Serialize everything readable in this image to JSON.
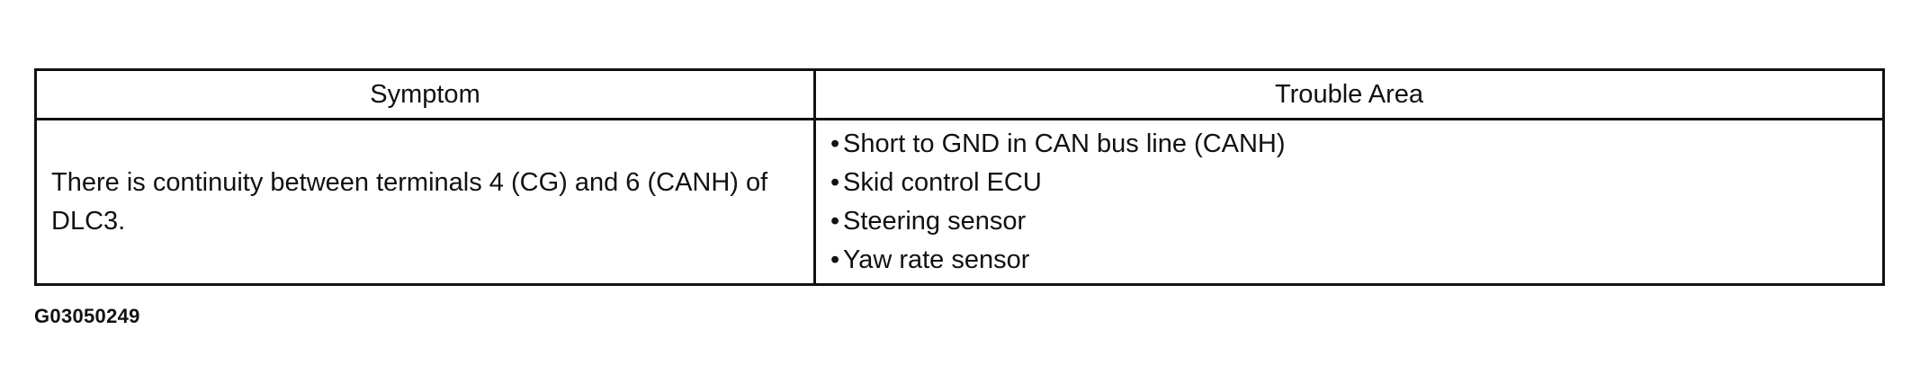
{
  "table": {
    "headers": {
      "symptom": "Symptom",
      "trouble_area": "Trouble Area"
    },
    "rows": [
      {
        "symptom": "There is continuity between terminals 4 (CG) and 6 (CANH) of DLC3.",
        "trouble_areas": [
          "Short to GND in CAN bus line (CANH)",
          "Skid control ECU",
          "Steering sensor",
          "Yaw rate sensor"
        ]
      }
    ]
  },
  "bullet_char": "•",
  "figure_id": "G03050249"
}
